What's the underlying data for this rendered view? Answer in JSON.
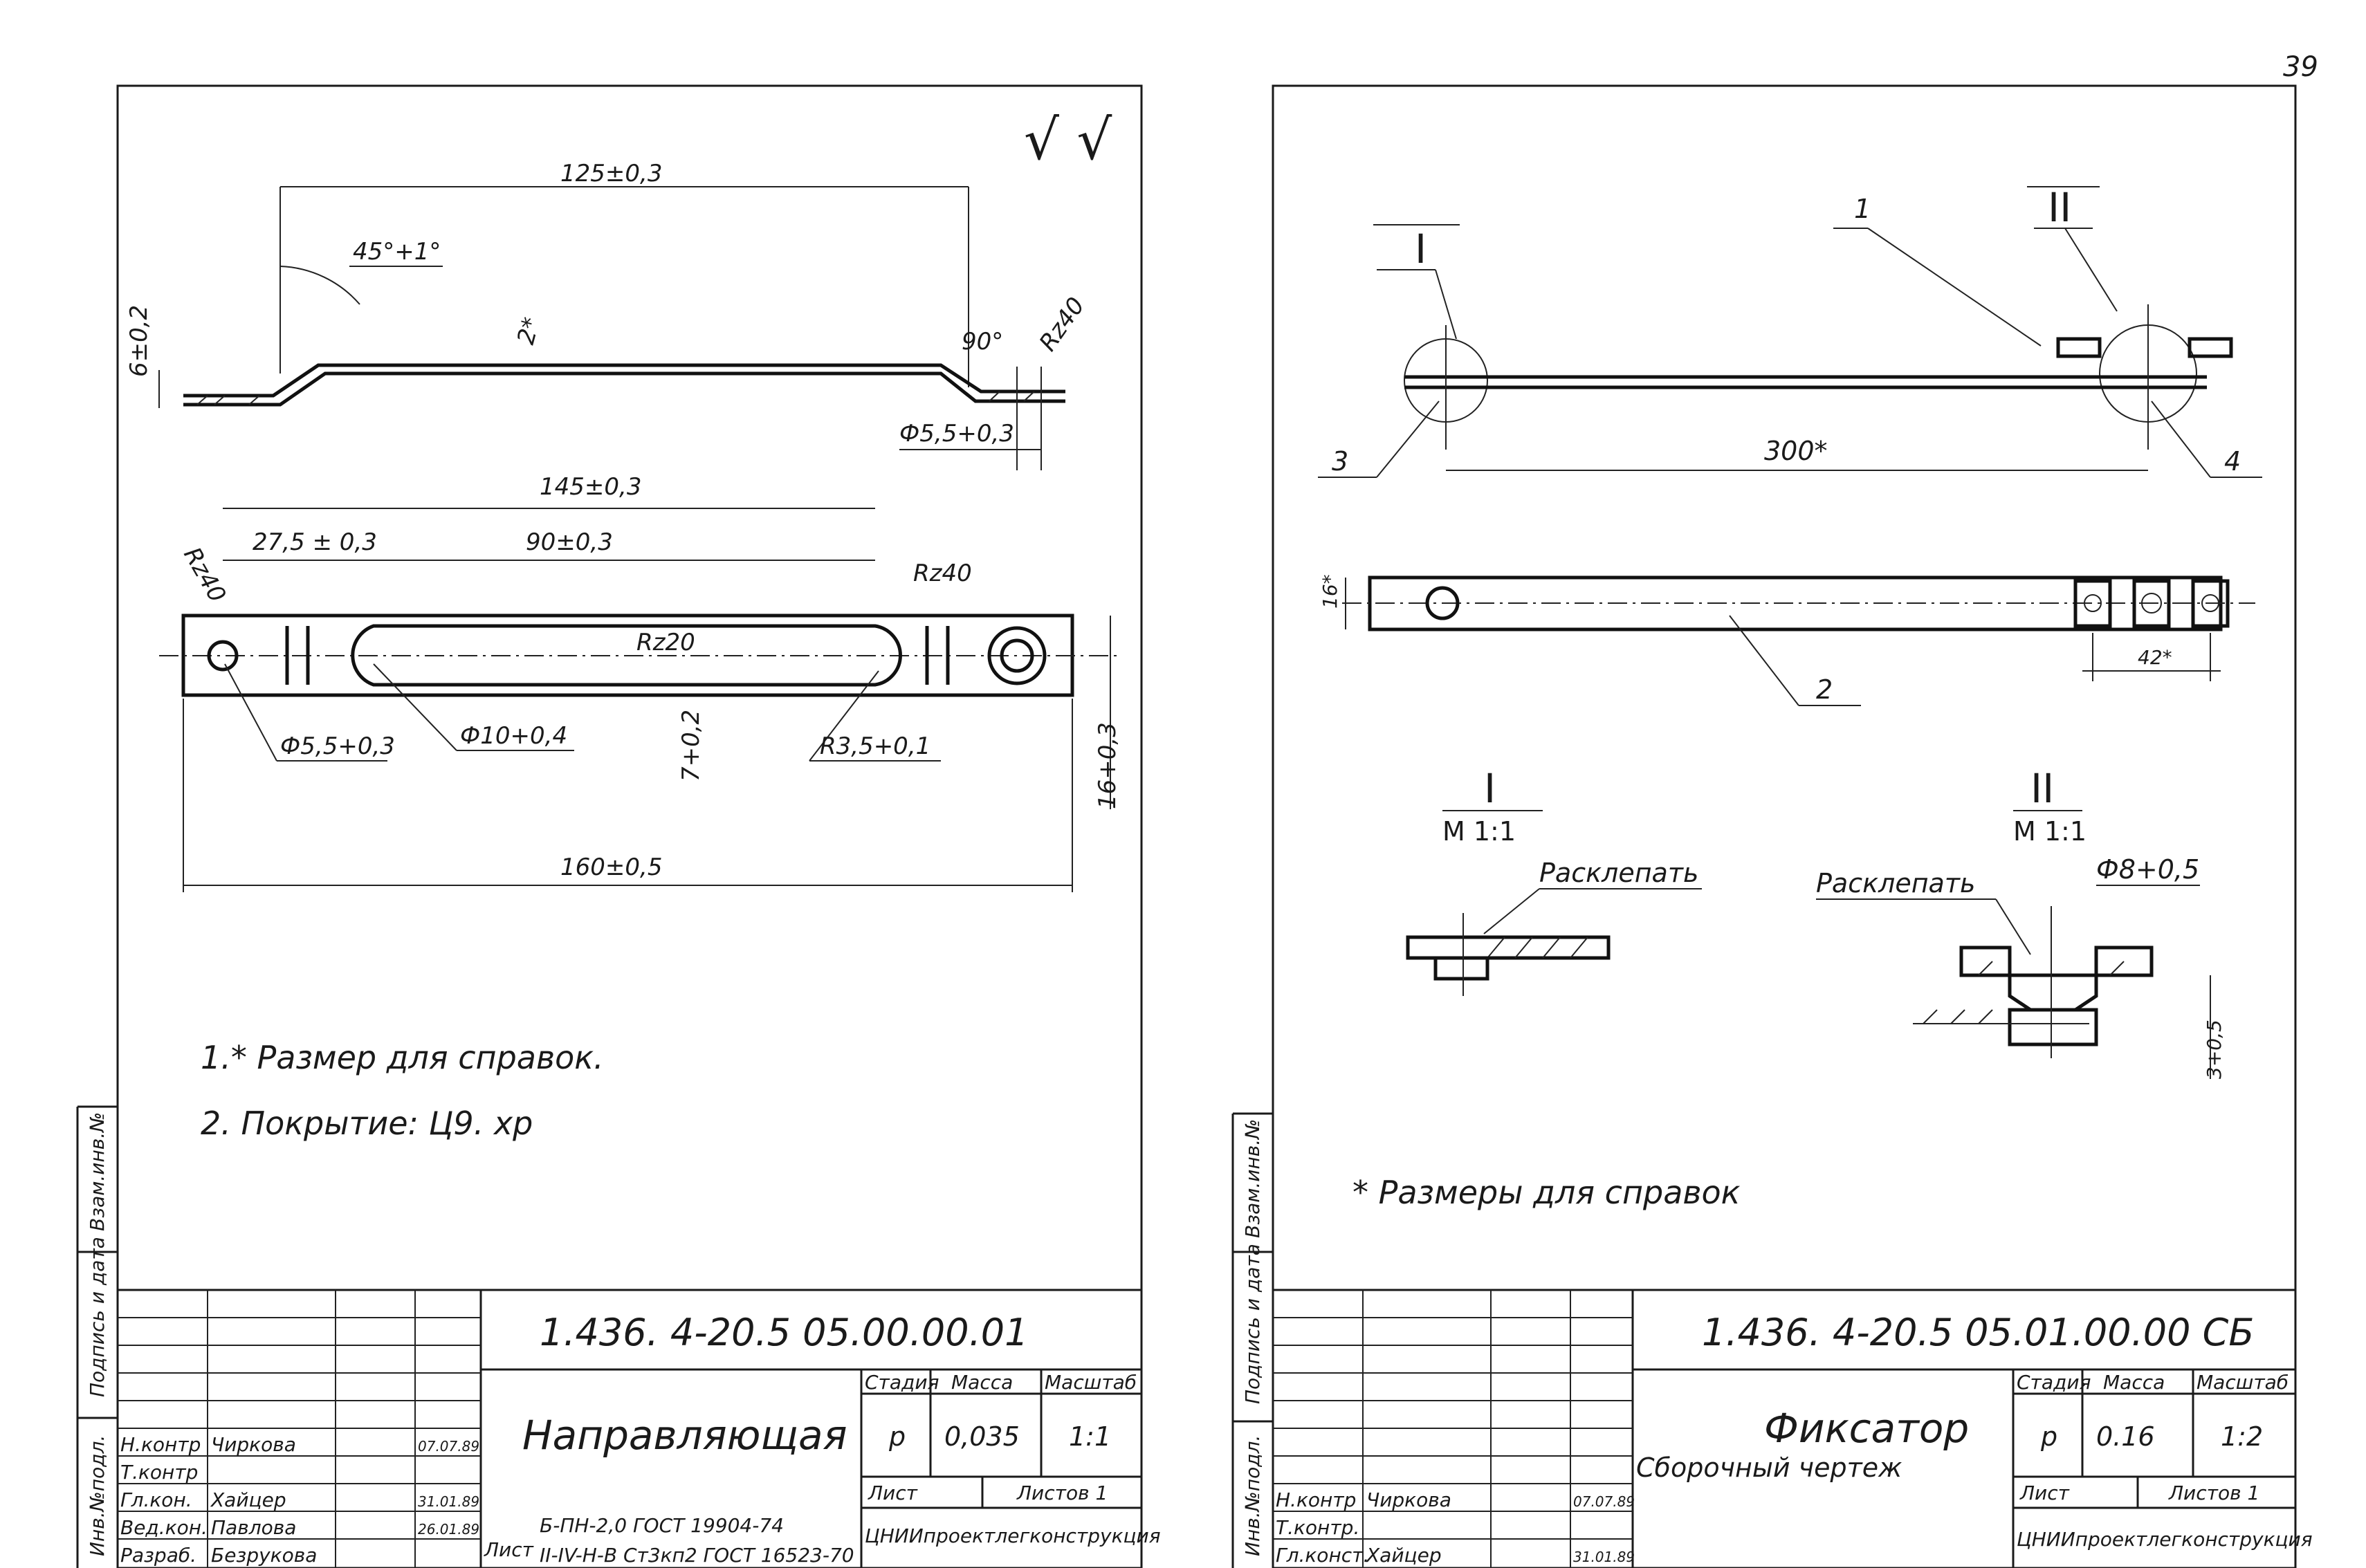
{
  "page_number": "39",
  "left_sheet": {
    "checkmarks": "√ √",
    "dimensions": {
      "top_length": "125±0,3",
      "angle": "45°+1°",
      "height": "6±0,2",
      "thickness": "2*",
      "bend_angle": "90°",
      "rz_top": "Rz40",
      "hole_dia_top": "Ф5,5+0,3",
      "length_145": "145±0,3",
      "dim_27_5": "27,5 ± 0,3",
      "dim_90": "90±0,3",
      "rz_left": "Rz40",
      "rz_right": "Rz40",
      "rz_slot": "Rz20",
      "hole_dia": "Ф5,5+0,3",
      "hole_dia_10": "Ф10+0,4",
      "slot_width": "7+0,2",
      "radius_slot": "R3,5+0,1",
      "width_right": "16+0,3",
      "total_length": "160±0,5"
    },
    "notes": [
      "1.* Размер для справок.",
      "2. Покрытие: Ц9. хр"
    ],
    "side_stamps": [
      "Инв.№подл.",
      "Подпись и дата",
      "Взам.инв.№"
    ],
    "title_block": {
      "code": "1.436. 4-20.5 05.00.00.01",
      "title": "Направляющая",
      "col_stage": "Стадия",
      "col_mass": "Масса",
      "col_scale": "Масштаб",
      "stage": "р",
      "mass": "0,035",
      "scale": "1:1",
      "sheet_label": "Лист",
      "sheets_label": "Листов 1",
      "material": "Б-ПН-2,0 ГОСТ 19904-74",
      "material2": "II-IV-Н-В Ст3кп2 ГОСТ 16523-70",
      "organization": "ЦНИИпроектлегконструкция",
      "roles": [
        {
          "role": "Н.контр",
          "name": "Чиркова",
          "date": "07.07.89"
        },
        {
          "role": "Т.контр",
          "name": "",
          "date": ""
        },
        {
          "role": "Гл.кон.",
          "name": "Хайцер",
          "date": "31.01.89"
        },
        {
          "role": "Вед.кон.",
          "name": "Павлова",
          "date": "26.01.89"
        },
        {
          "role": "Разраб.",
          "name": "Безрукова",
          "date": ""
        }
      ],
      "sheet_word": "Лист"
    }
  },
  "right_sheet": {
    "view_labels": {
      "detail_1": "I",
      "detail_2": "II",
      "callout_1": "1",
      "callout_2": "2",
      "callout_3": "3",
      "callout_4": "4"
    },
    "dimensions": {
      "length": "300*",
      "width": "16*",
      "spacing": "42*",
      "hole": "Ф8+0,5",
      "height": "3+0,5"
    },
    "details": {
      "detail1_title": "I",
      "detail1_scale": "М 1:1",
      "detail1_note": "Расклепать",
      "detail2_title": "II",
      "detail2_scale": "М 1:1",
      "detail2_note": "Расклепать"
    },
    "note": "* Размеры для справок",
    "side_stamps": [
      "Инв.№подл.",
      "Подпись и дата",
      "Взам.инв.№"
    ],
    "title_block": {
      "code": "1.436. 4-20.5 05.01.00.00 СБ",
      "title": "Фиксатор",
      "subtitle": "Сборочный  чертеж",
      "col_stage": "Стадия",
      "col_mass": "Масса",
      "col_scale": "Масштаб",
      "stage": "р",
      "mass": "0.16",
      "scale": "1:2",
      "sheet_label": "Лист",
      "sheets_label": "Листов 1",
      "organization": "ЦНИИпроектлегконструкция",
      "roles": [
        {
          "role": "Н.контр",
          "name": "Чиркова",
          "date": "07.07.89"
        },
        {
          "role": "Т.контр.",
          "name": "",
          "date": ""
        },
        {
          "role": "Гл.конст.",
          "name": "Хайцер",
          "date": "31.01.89"
        }
      ]
    }
  }
}
